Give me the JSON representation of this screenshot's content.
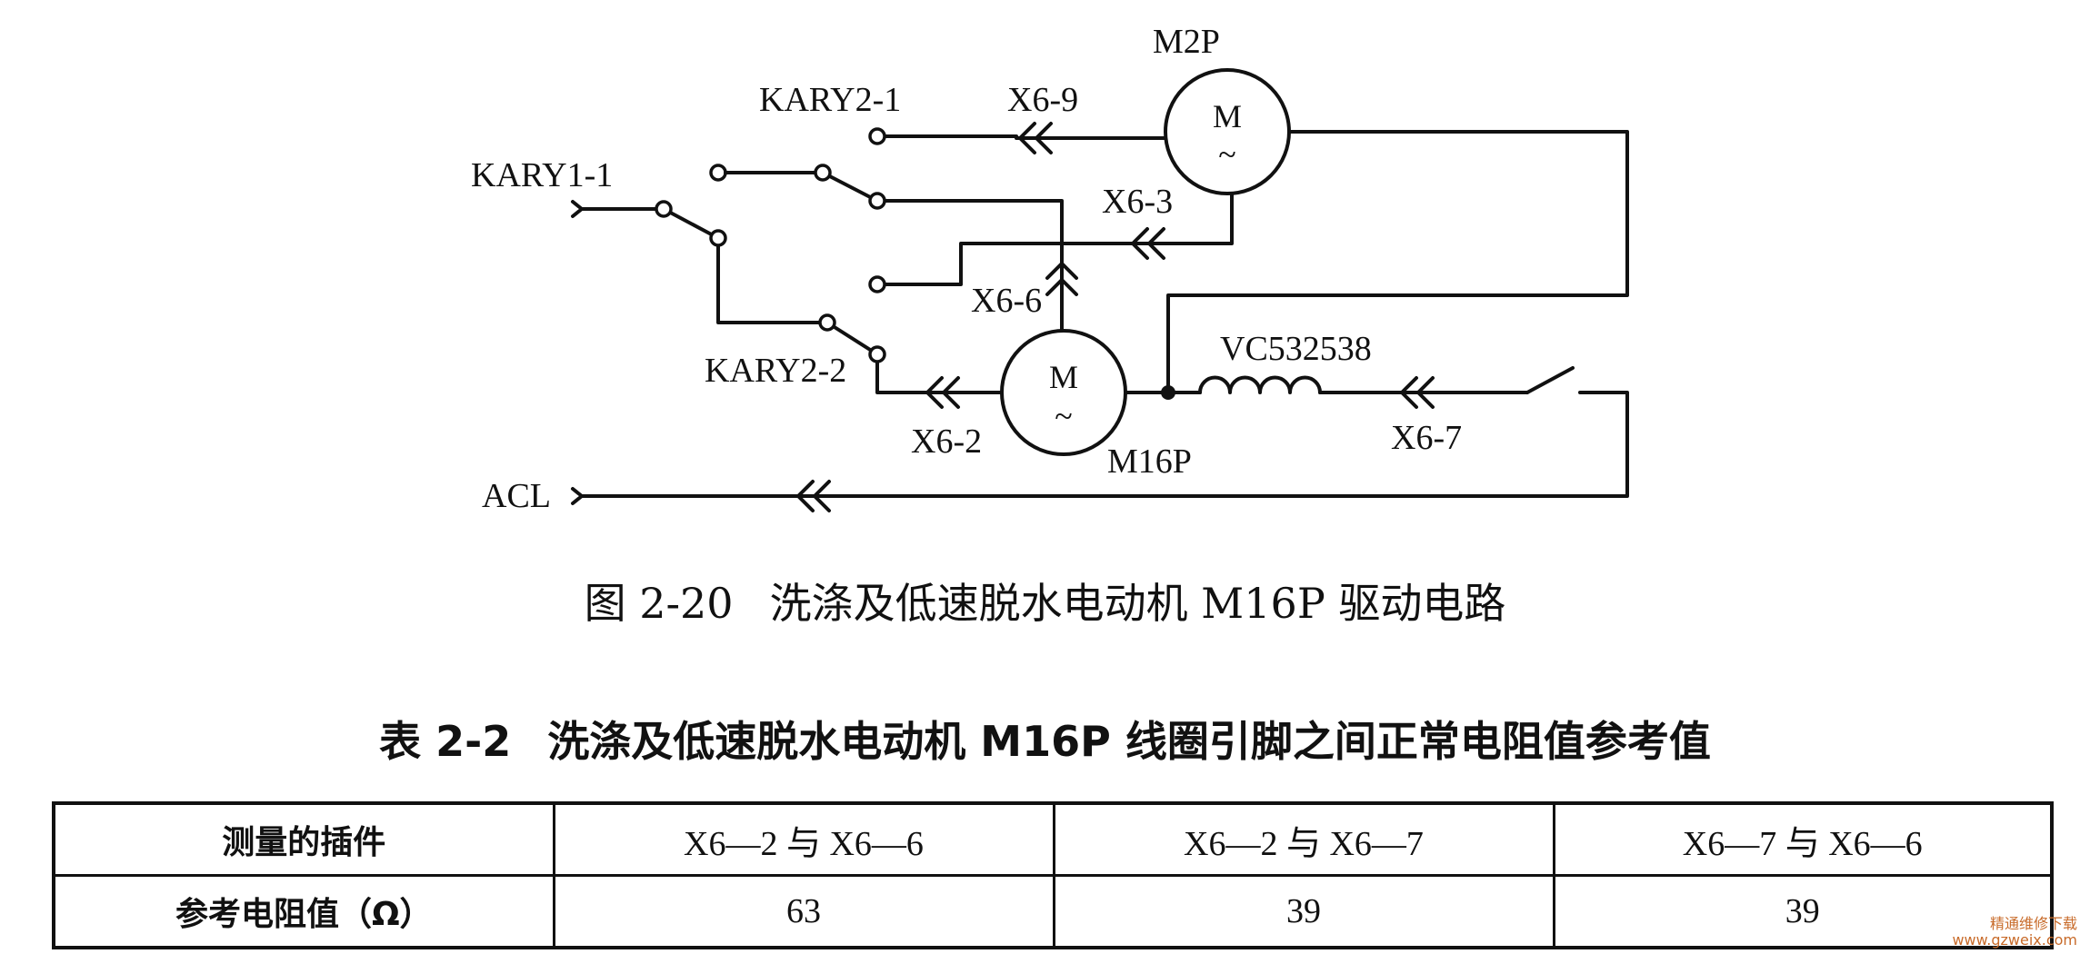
{
  "diagram": {
    "labels": {
      "m2p": "M2P",
      "m16p": "M16P",
      "motor_symbol": "M",
      "ac_symbol": "~",
      "kary1_1": "KARY1-1",
      "kary2_1": "KARY2-1",
      "kary2_2": "KARY2-2",
      "x6_9": "X6-9",
      "x6_3": "X6-3",
      "x6_6": "X6-6",
      "x6_2": "X6-2",
      "x6_7": "X6-7",
      "vc": "VC532538",
      "acl": "ACL"
    }
  },
  "figure_caption": {
    "number": "图 2-20",
    "text": "洗涤及低速脱水电动机 M16P 驱动电路"
  },
  "table_caption": {
    "number": "表 2-2",
    "text": "洗涤及低速脱水电动机 M16P 线圈引脚之间正常电阻值参考值"
  },
  "table": {
    "rows": [
      [
        "测量的插件",
        "X6—2 与 X6—6",
        "X6—2 与 X6—7",
        "X6—7 与 X6—6"
      ],
      [
        "参考电阻值（Ω）",
        "63",
        "39",
        "39"
      ]
    ]
  },
  "watermark": {
    "line1": "精通维修下载",
    "line2": "www.gzweix.com"
  }
}
